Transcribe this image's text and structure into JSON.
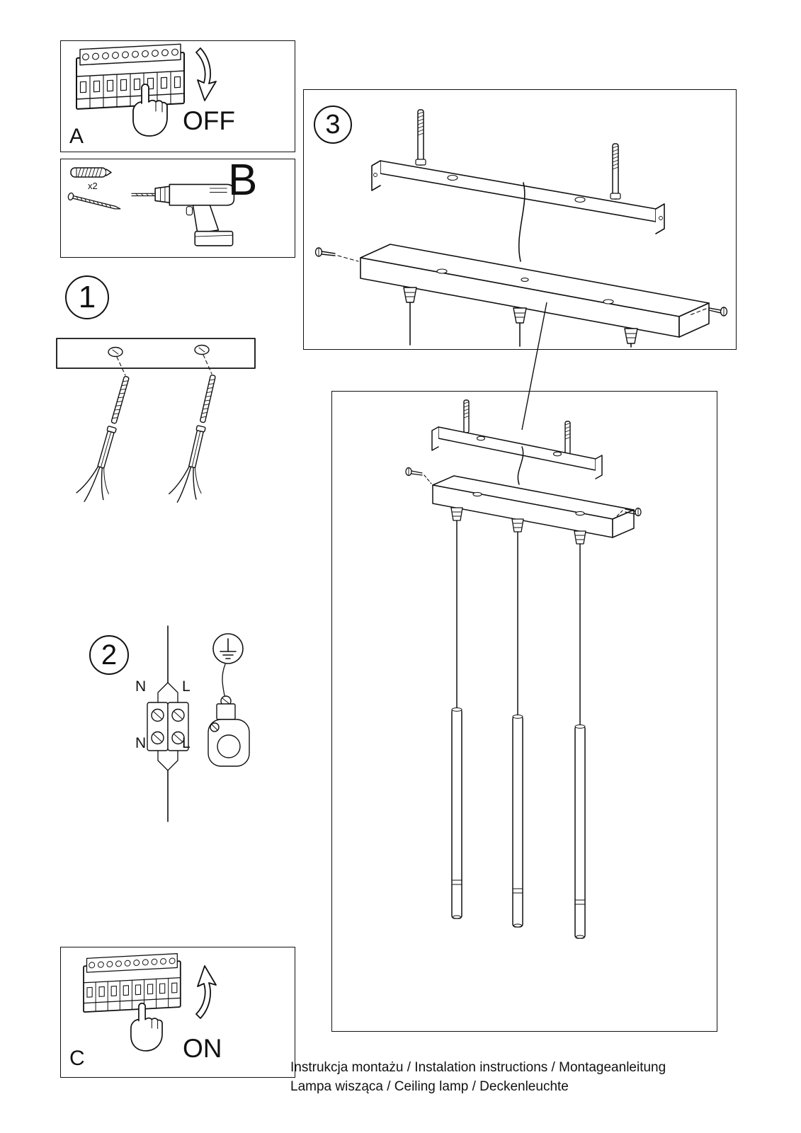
{
  "page": {
    "paper_color": "#ffffff",
    "ink_color": "#111111"
  },
  "steps": {
    "a": {
      "label": "A",
      "state": "OFF"
    },
    "b": {
      "label": "B",
      "qty": "x2"
    },
    "s1": {
      "label": "1"
    },
    "s2": {
      "label": "2",
      "n_top": "N",
      "l_top": "L",
      "n_bottom": "N",
      "l_bottom": "L"
    },
    "s3": {
      "label": "3"
    },
    "c": {
      "label": "C",
      "state": "ON"
    }
  },
  "footer": {
    "line1": "Instrukcja montażu / Instalation instructions / Montageanleitung",
    "line2": "Lampa wisząca / Ceiling lamp / Deckenleuchte"
  }
}
